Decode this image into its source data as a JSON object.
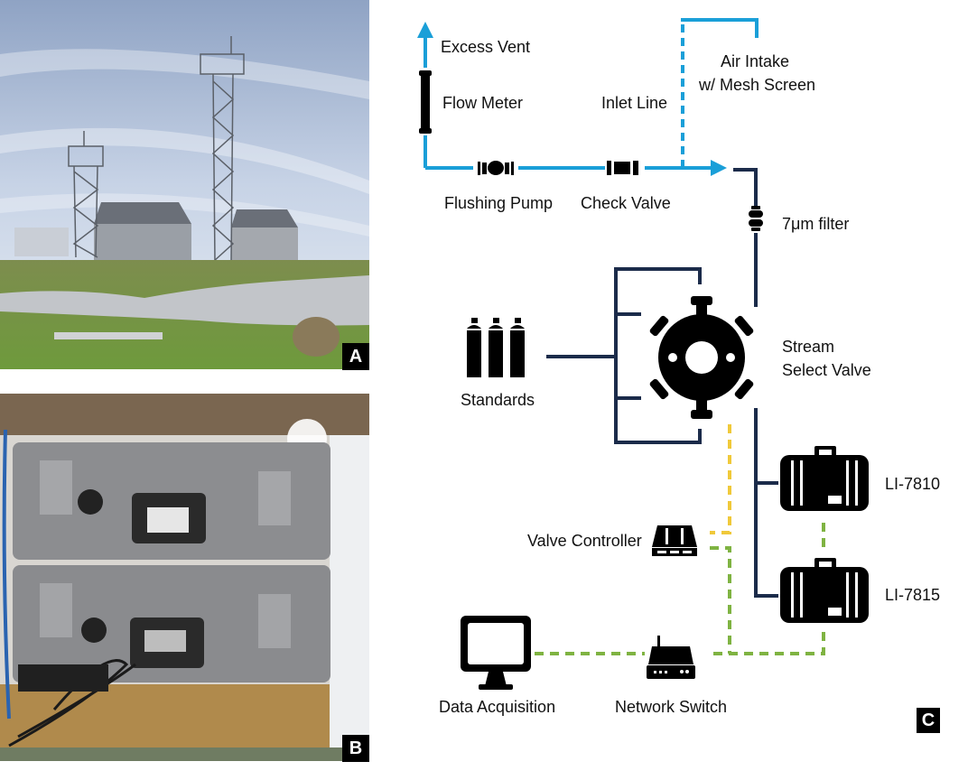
{
  "panels": {
    "a": {
      "badge": "A",
      "description": "Coastal atmospheric monitoring station with two lattice towers and stone buildings"
    },
    "b": {
      "badge": "B",
      "description": "Two stacked gray instrument cases on a shelf with cables"
    },
    "c": {
      "badge": "C"
    }
  },
  "colors": {
    "air_line": "#1a9fd8",
    "gas_line": "#1b2b4a",
    "control_line": "#f0c93a",
    "network_line": "#7fb342",
    "icon": "#000000"
  },
  "diagram": {
    "labels": {
      "excess_vent": "Excess Vent",
      "flow_meter": "Flow Meter",
      "inlet_line": "Inlet Line",
      "air_intake_line1": "Air Intake",
      "air_intake_line2": "w/ Mesh Screen",
      "flushing_pump": "Flushing Pump",
      "check_valve": "Check Valve",
      "filter": "7μm filter",
      "standards": "Standards",
      "stream_line1": "Stream",
      "stream_line2": "Select Valve",
      "analyzer_1": "LI-7810",
      "analyzer_2": "LI-7815",
      "valve_controller": "Valve Controller",
      "data_acquisition": "Data Acquisition",
      "network_switch": "Network Switch"
    }
  }
}
